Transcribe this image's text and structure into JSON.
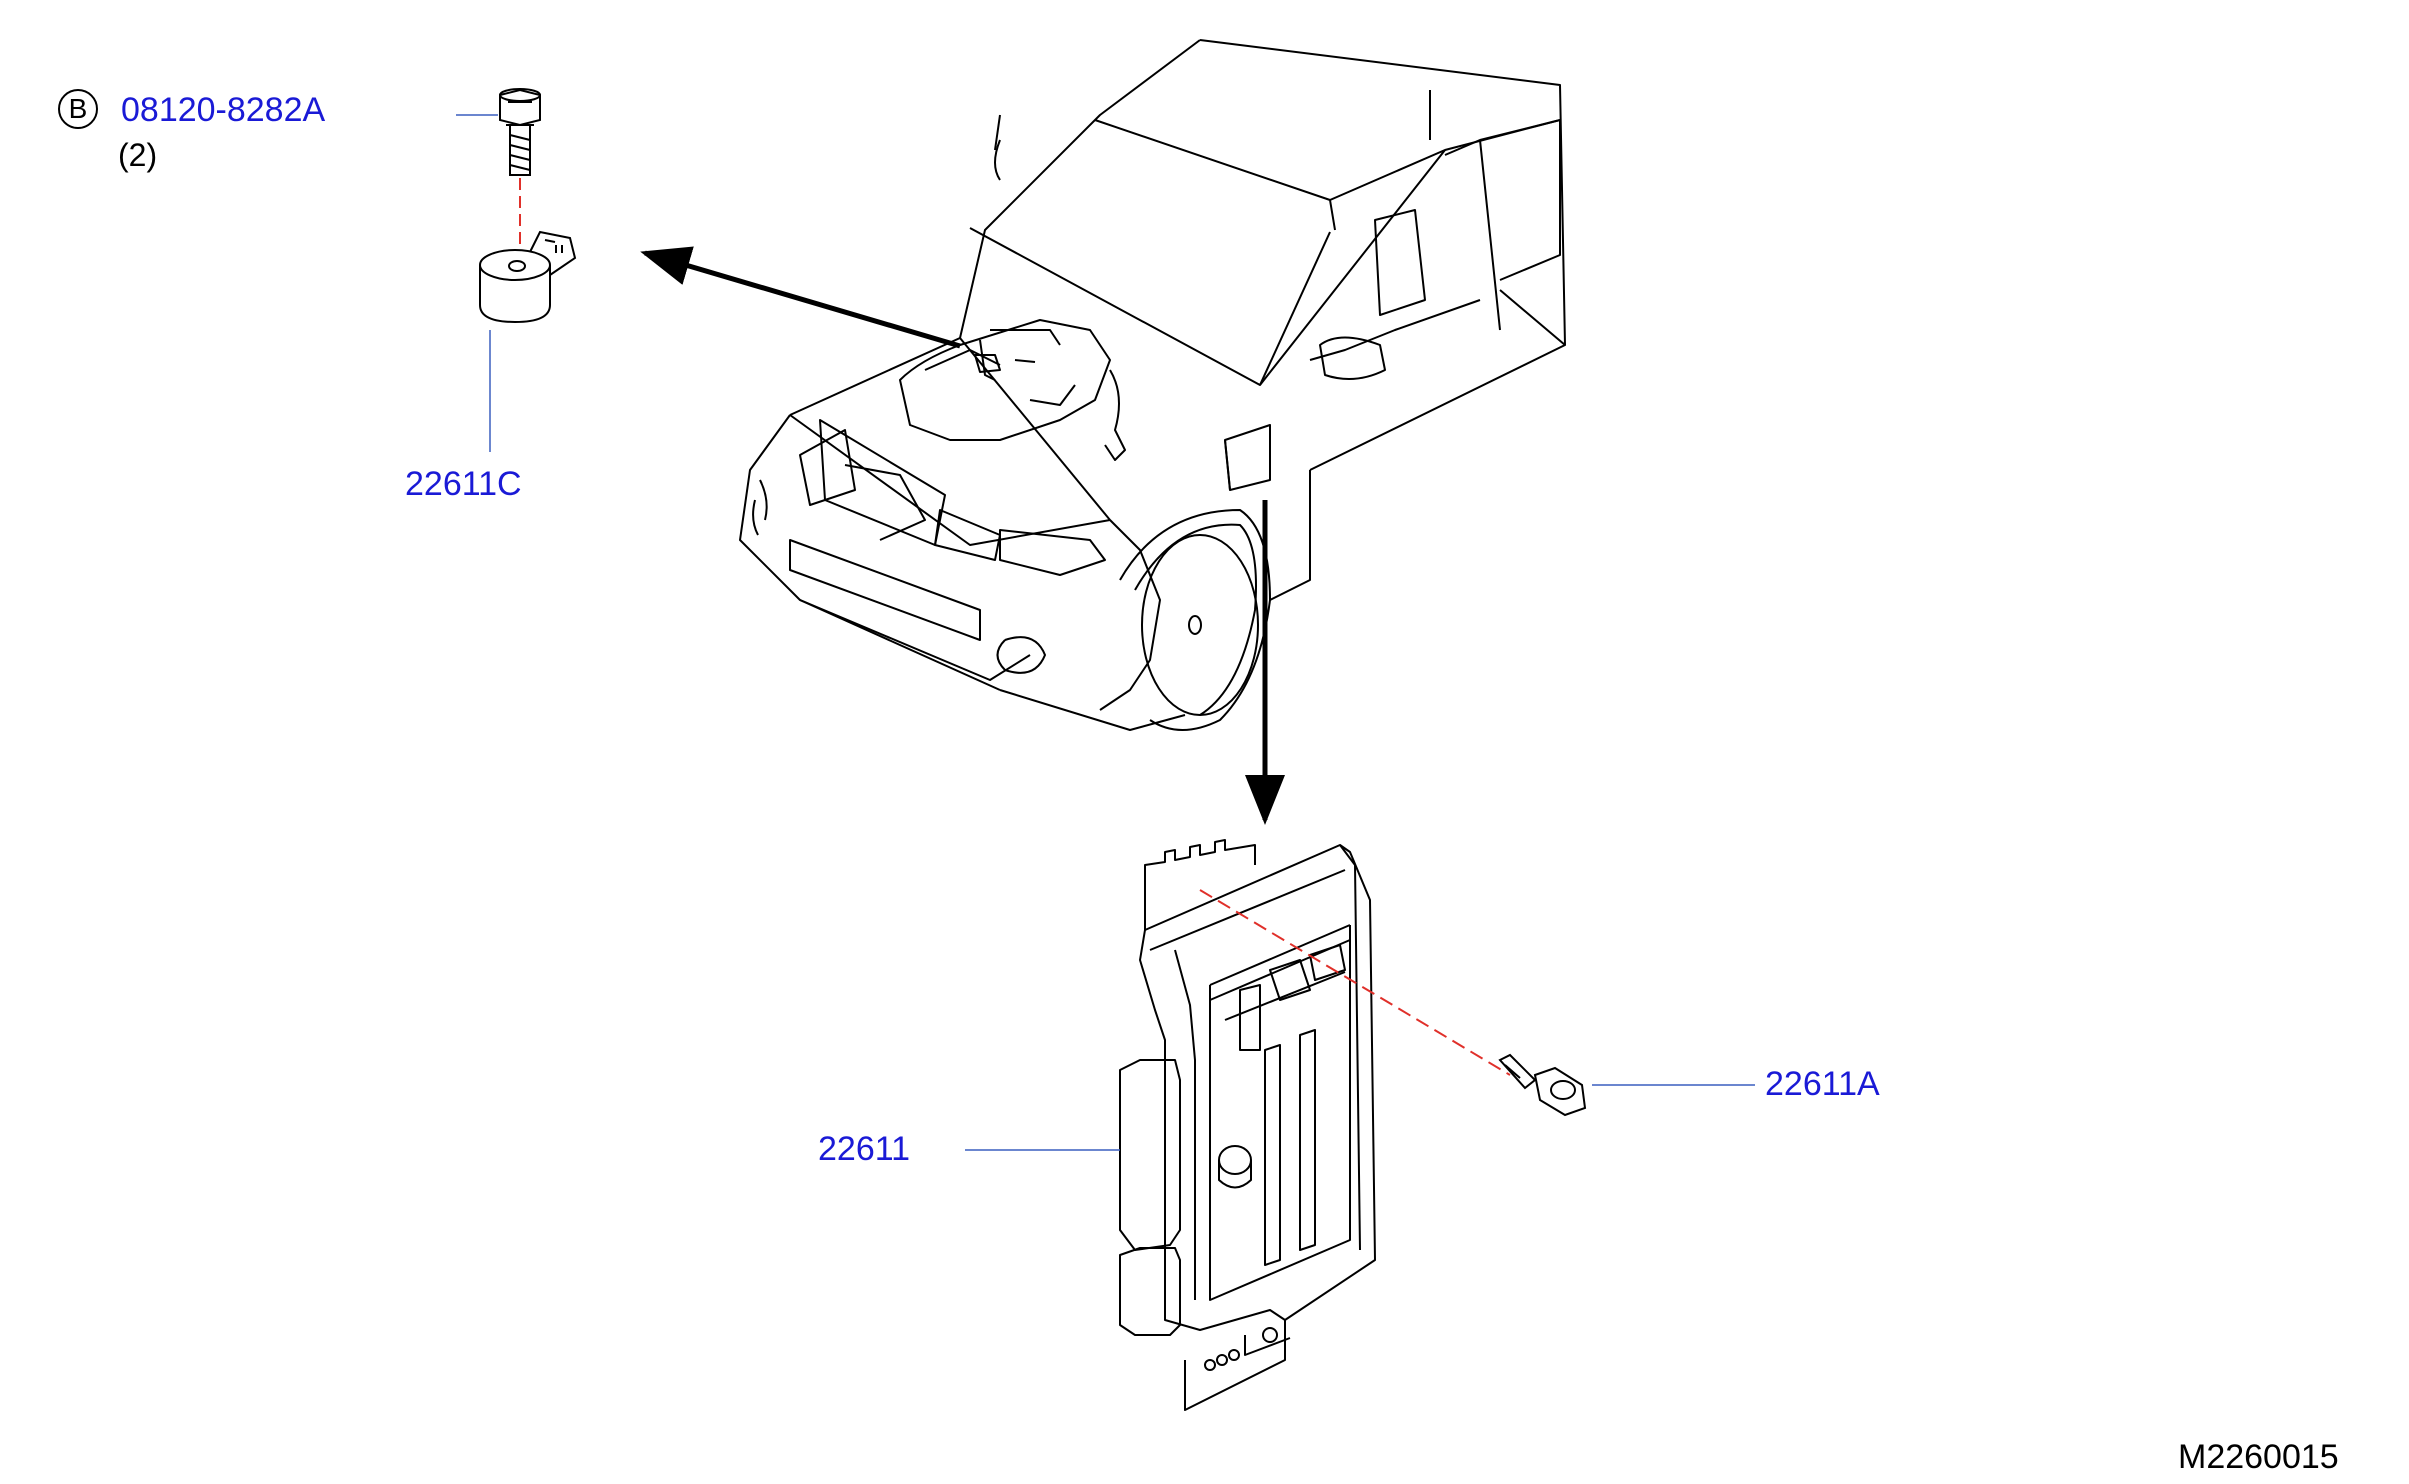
{
  "colors": {
    "label": "#1a1ad6",
    "line": "#000000",
    "leader": "#3a5fbf",
    "dashed": "#e0302a"
  },
  "parts": [
    {
      "part_no": "08120-8282A",
      "qty": "(2)",
      "badge": "B"
    },
    {
      "part_no": "22611C"
    },
    {
      "part_no": "22611"
    },
    {
      "part_no": "22611A"
    }
  ],
  "diagram_code": "M2260015",
  "icons": [
    "bolt-icon",
    "knock-sensor-icon",
    "vehicle-icon",
    "ecm-module-icon",
    "ecm-bolt-icon"
  ]
}
